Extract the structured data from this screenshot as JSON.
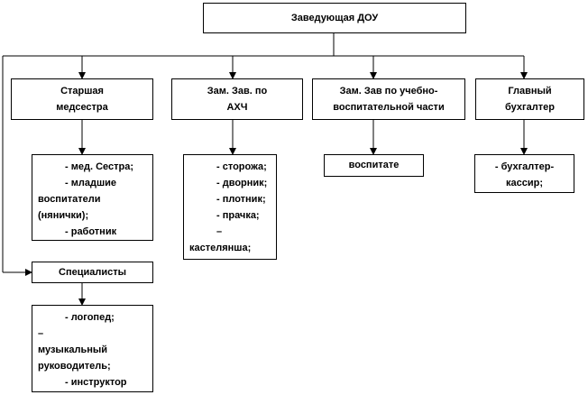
{
  "diagram": {
    "head": "Заведующая ДОУ",
    "senior_nurse": {
      "title_l1": "Старшая",
      "title_l2": "медсестра",
      "staff": [
        "- мед. Сестра;",
        "- младшие",
        "воспитатели",
        "(нянички);",
        "- работник"
      ]
    },
    "deputy_ahch": {
      "title_l1": "Зам. Зав. по",
      "title_l2": "АХЧ",
      "staff": [
        "- сторожа;",
        "- дворник;",
        "- плотник;",
        "- прачка;",
        "–",
        "кастелянша;"
      ]
    },
    "deputy_edu": {
      "title_l1": "Зам. Зав по учебно-",
      "title_l2": "воспитательной части",
      "staff": [
        "воспитате"
      ]
    },
    "chief_accountant": {
      "title_l1": "Главный",
      "title_l2": "бухгалтер",
      "staff": [
        "- бухгалтер-",
        "кассир;"
      ]
    },
    "specialists": {
      "title": "Специалисты",
      "staff": [
        "- логопед;",
        "–",
        "музыкальный",
        "руководитель;",
        "- инструктор"
      ]
    },
    "colors": {
      "line": "#000000",
      "background": "#ffffff"
    }
  }
}
